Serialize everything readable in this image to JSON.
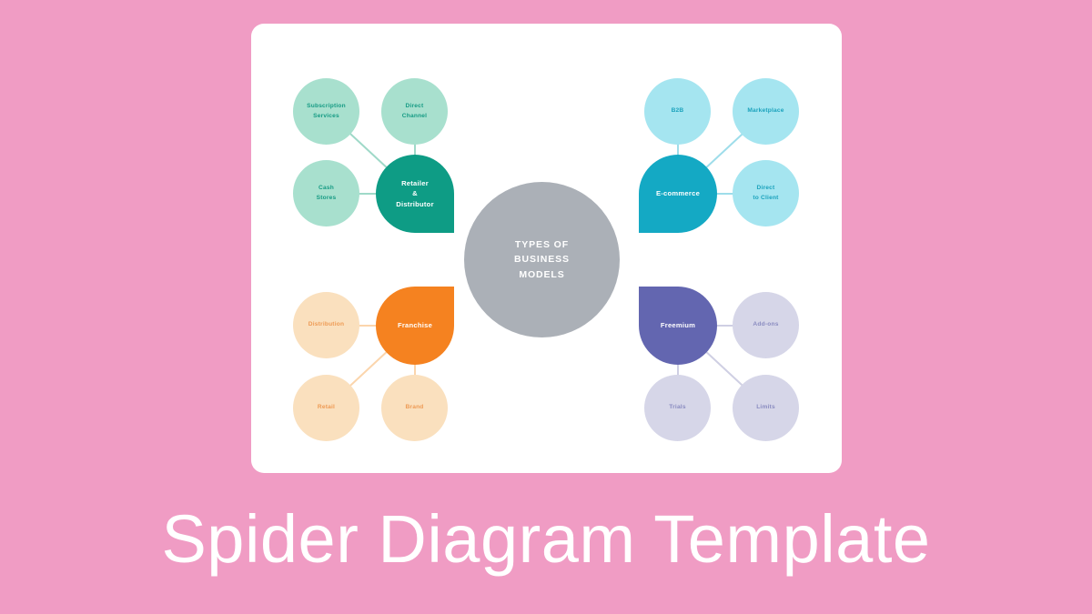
{
  "page": {
    "title": "Spider Diagram Template",
    "background_color": "#F09CC4",
    "card_color": "#FFFFFF"
  },
  "diagram": {
    "type": "spider-diagram",
    "center": {
      "label": "TYPES OF\nBUSINESS\nMODELS",
      "color": "#ABB0B7",
      "text_color": "#FFFFFF"
    },
    "branches": [
      {
        "id": "retailer-distributor",
        "position": "top-left",
        "hub": {
          "label": "Retailer\n&\nDistributor",
          "color": "#0E9C85",
          "text_color": "#FFFFFF",
          "shape": "teardrop-corner-bottom-right"
        },
        "leaf_color": "#A8E0CE",
        "leaf_text_color": "#169B84",
        "leaves": [
          {
            "label": "Subscription\nServices"
          },
          {
            "label": "Direct\nChannel"
          },
          {
            "label": "Cash\nStores"
          }
        ]
      },
      {
        "id": "ecommerce",
        "position": "top-right",
        "hub": {
          "label": "E-commerce",
          "color": "#14A9C4",
          "text_color": "#FFFFFF",
          "shape": "teardrop-corner-bottom-left"
        },
        "leaf_color": "#A5E5F0",
        "leaf_text_color": "#1BA2BC",
        "leaves": [
          {
            "label": "B2B"
          },
          {
            "label": "Marketplace"
          },
          {
            "label": "Direct\nto Client"
          }
        ]
      },
      {
        "id": "franchise",
        "position": "bottom-left",
        "hub": {
          "label": "Franchise",
          "color": "#F58220",
          "text_color": "#FFFFFF",
          "shape": "teardrop-corner-top-right"
        },
        "leaf_color": "#FAE0BE",
        "leaf_text_color": "#EE9B55",
        "leaves": [
          {
            "label": "Distribution"
          },
          {
            "label": "Retail"
          },
          {
            "label": "Brand"
          }
        ]
      },
      {
        "id": "freemium",
        "position": "bottom-right",
        "hub": {
          "label": "Freemium",
          "color": "#6366B0",
          "text_color": "#FFFFFF",
          "shape": "teardrop-corner-top-left"
        },
        "leaf_color": "#D6D6E8",
        "leaf_text_color": "#8A8CC0",
        "leaves": [
          {
            "label": "Add-ons"
          },
          {
            "label": "Trials"
          },
          {
            "label": "Limits"
          }
        ]
      }
    ]
  }
}
